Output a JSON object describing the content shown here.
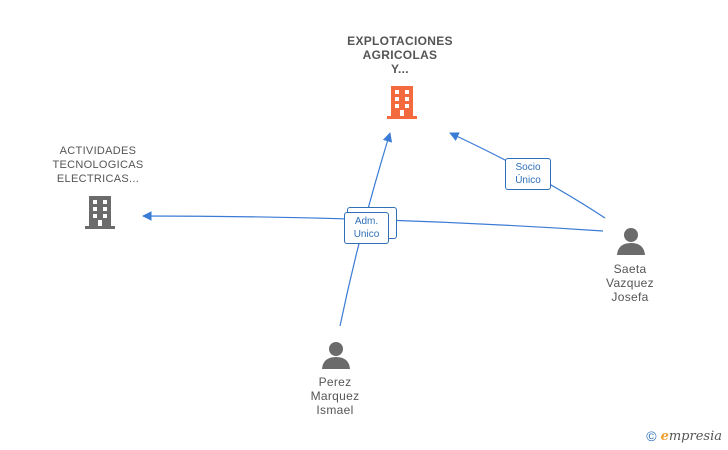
{
  "nodes": {
    "company_main": {
      "lines": [
        "EXPLOTACIONES",
        "AGRICOLAS",
        "Y..."
      ],
      "icon": "building-icon",
      "color": "#f26a3d"
    },
    "company_side": {
      "lines": [
        "ACTIVIDADES",
        "TECNOLOGICAS",
        "ELECTRICAS..."
      ],
      "icon": "building-icon",
      "color": "#6b6b6b"
    },
    "person_saeta": {
      "lines": [
        "Saeta",
        "Vazquez",
        "Josefa"
      ],
      "icon": "person-icon",
      "color": "#6b6b6b"
    },
    "person_perez": {
      "lines": [
        "Perez",
        "Marquez",
        "Ismael"
      ],
      "icon": "person-icon",
      "color": "#6b6b6b"
    }
  },
  "relations": {
    "socio": {
      "lines": [
        "Socio",
        "Único"
      ]
    },
    "adm": {
      "lines": [
        "Adm.",
        "Unico"
      ]
    }
  },
  "colors": {
    "edge": "#3a7bd5",
    "box_border": "#2f6fb6"
  },
  "footer": {
    "copyright": "©",
    "brand_initial": "e",
    "brand_rest": "mpresia"
  }
}
